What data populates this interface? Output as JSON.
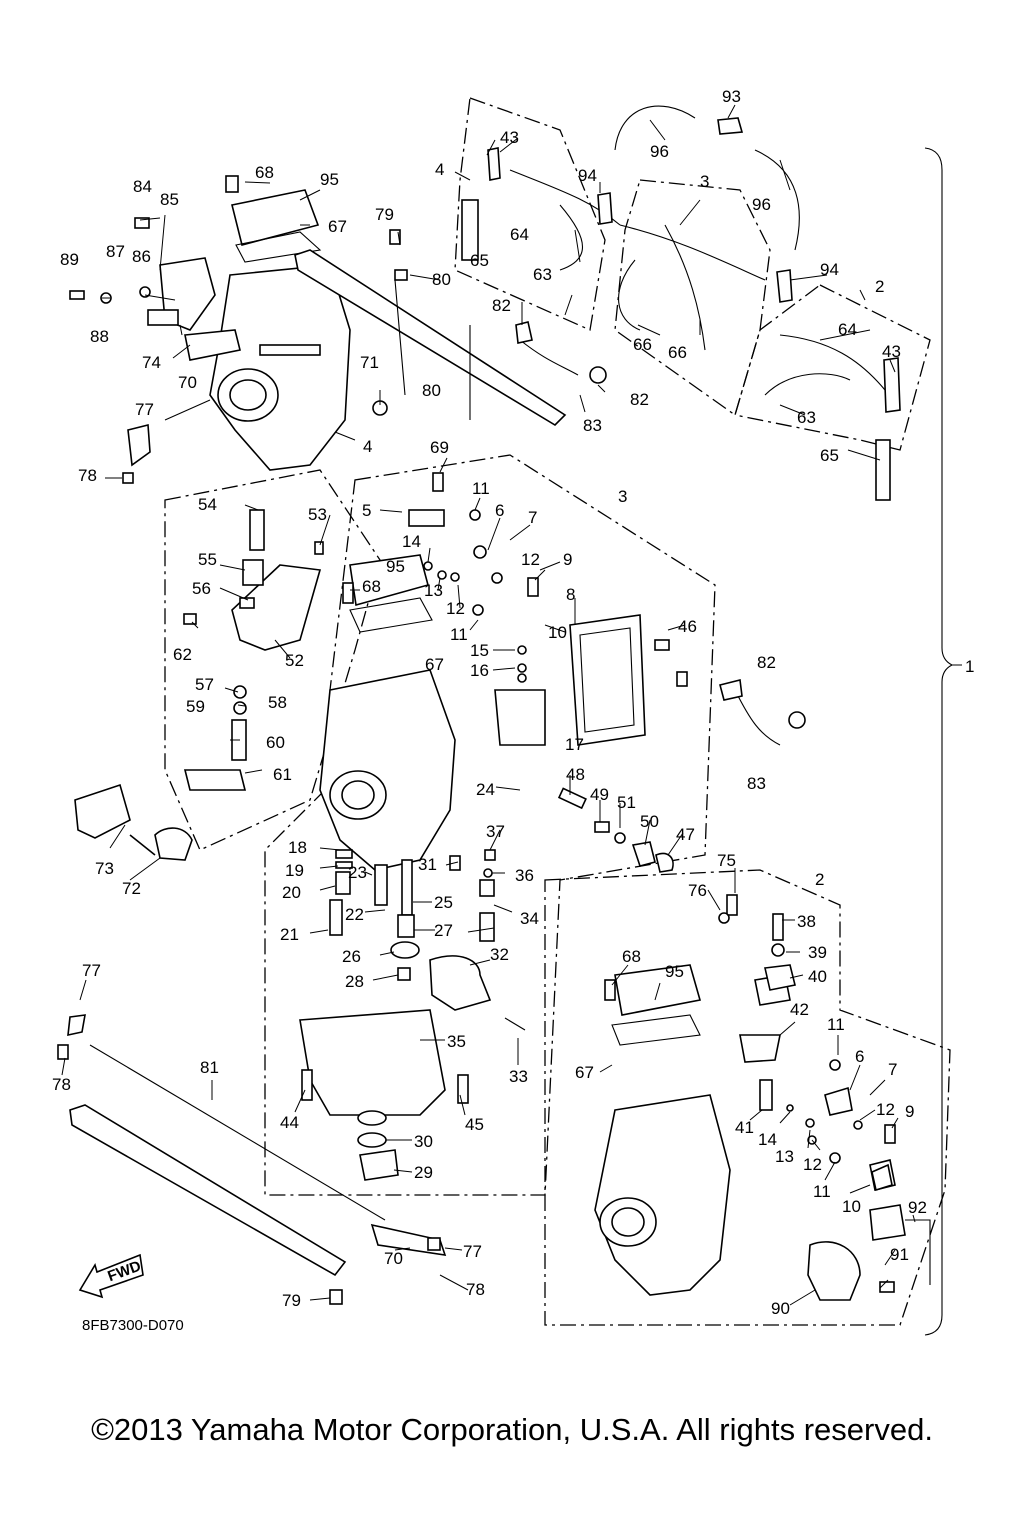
{
  "drawing_code": "8FB7300-D070",
  "fwd_label": "FWD",
  "copyright": "©2013 Yamaha Motor Corporation, U.S.A. All rights reserved.",
  "callouts": [
    "1",
    "2",
    "3",
    "4",
    "5",
    "6",
    "7",
    "8",
    "9",
    "10",
    "11",
    "12",
    "13",
    "14",
    "15",
    "16",
    "17",
    "18",
    "19",
    "20",
    "21",
    "22",
    "23",
    "24",
    "25",
    "26",
    "27",
    "28",
    "29",
    "30",
    "31",
    "32",
    "33",
    "34",
    "35",
    "36",
    "37",
    "38",
    "39",
    "40",
    "41",
    "42",
    "43",
    "44",
    "45",
    "46",
    "47",
    "48",
    "49",
    "50",
    "51",
    "52",
    "53",
    "54",
    "55",
    "56",
    "57",
    "58",
    "59",
    "60",
    "61",
    "62",
    "63",
    "64",
    "65",
    "66",
    "67",
    "68",
    "69",
    "70",
    "71",
    "72",
    "73",
    "74",
    "75",
    "76",
    "77",
    "78",
    "79",
    "80",
    "81",
    "82",
    "83",
    "84",
    "85",
    "86",
    "87",
    "88",
    "89",
    "90",
    "91",
    "92",
    "93",
    "94",
    "95",
    "96"
  ],
  "colors": {
    "line": "#000000",
    "background": "#ffffff"
  }
}
